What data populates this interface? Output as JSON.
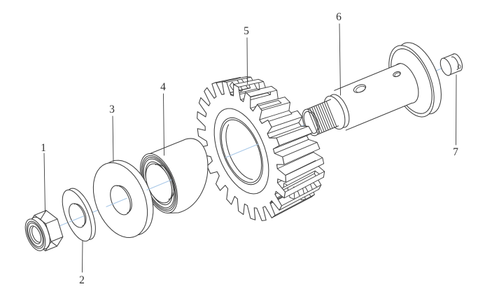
{
  "diagram": {
    "part_labels": [
      "1",
      "2",
      "3",
      "4",
      "5",
      "6",
      "7"
    ],
    "colors": {
      "line": "#3d3d3d",
      "centerline": "#a7c7e7",
      "background": "#ffffff",
      "label": "#2e2e2e"
    }
  }
}
